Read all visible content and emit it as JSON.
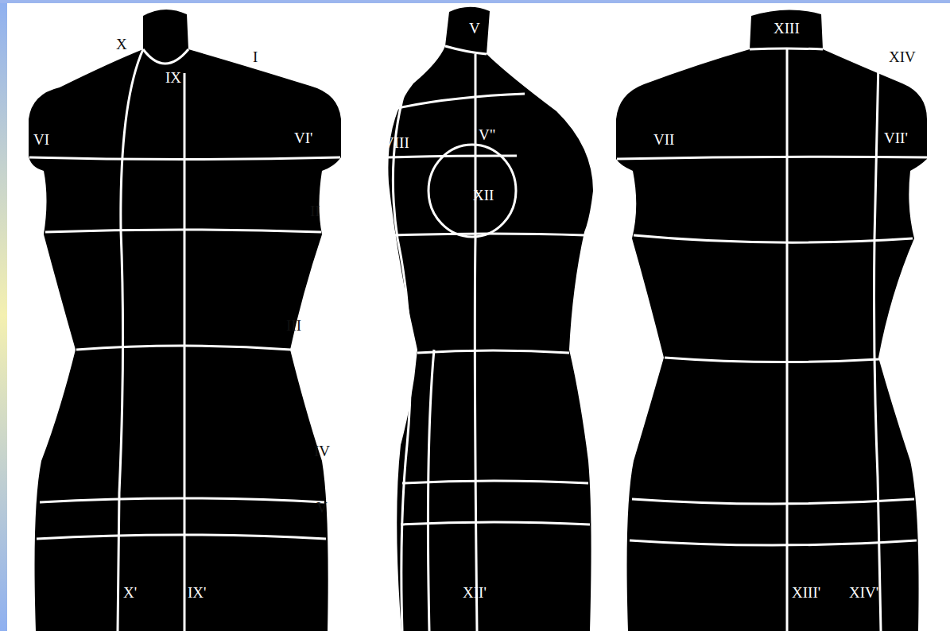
{
  "diagram": {
    "labels": [
      "X",
      "I",
      "IX",
      "VI",
      "VI'",
      "II",
      "III",
      "IV",
      "V",
      "X'",
      "IX'",
      "V",
      "V\"",
      "VIII",
      "XII",
      "XII'",
      "XIII",
      "XIV",
      "VII",
      "VII'",
      "XIII'",
      "XIV'"
    ]
  }
}
